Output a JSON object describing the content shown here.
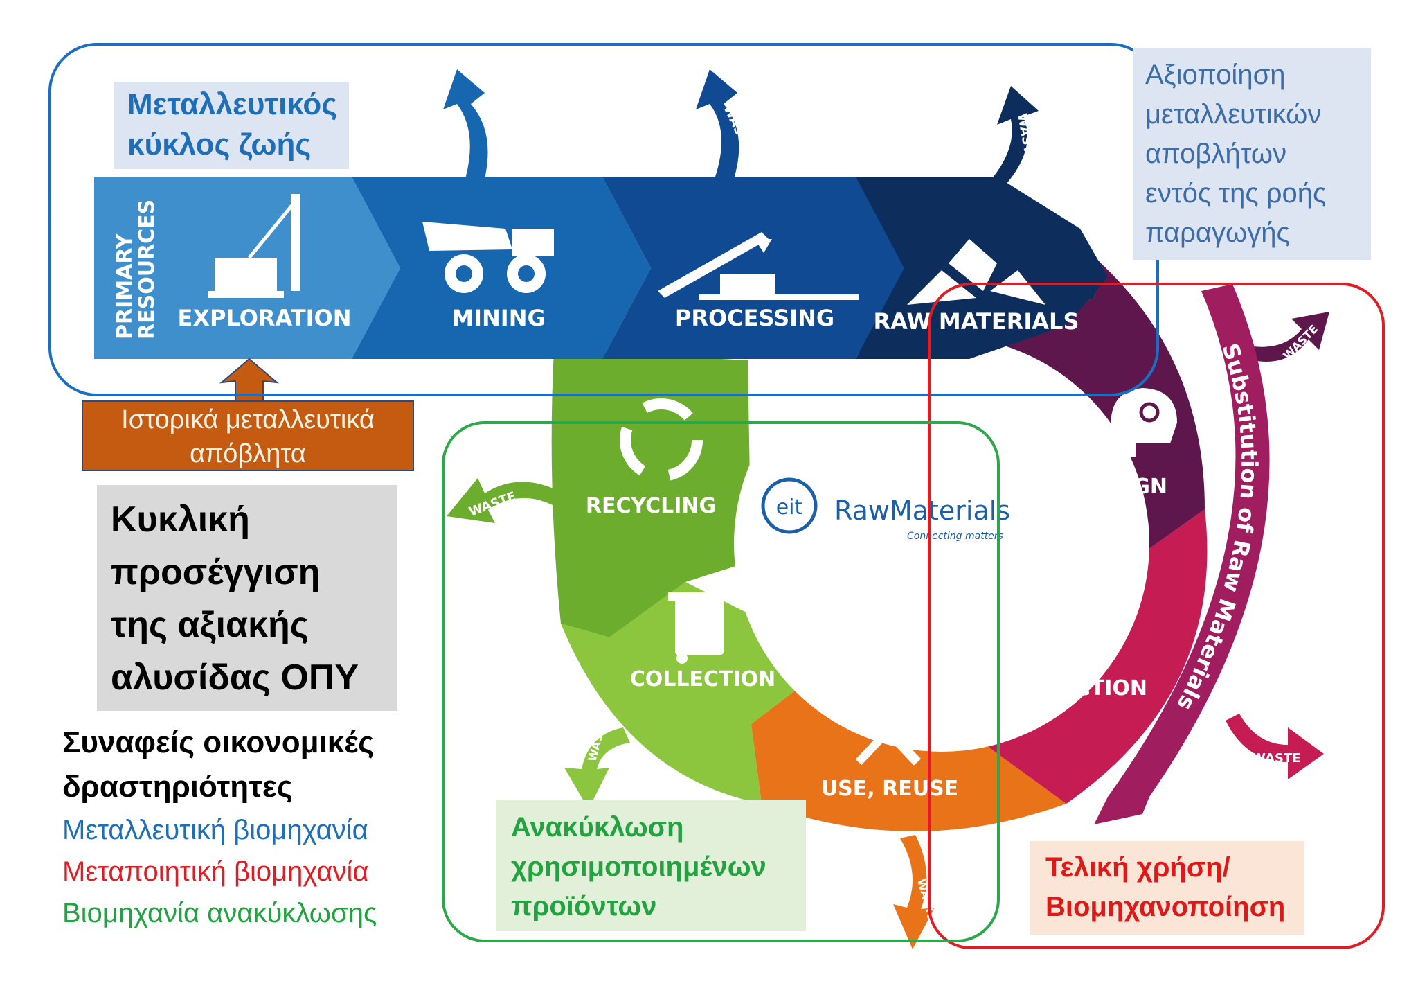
{
  "infographic": {
    "stages": {
      "primary": "PRIMARY\nRESOURCES",
      "exploration": "EXPLORATION",
      "mining": "MINING",
      "processing": "PROCESSING",
      "raw_materials": "RAW MATERIALS",
      "design": "DESIGN",
      "production": "PRODUCTION",
      "use_reuse": "USE, REUSE",
      "collection": "COLLECTION",
      "recycling": "RECYCLING"
    },
    "waste_label": "WASTE",
    "substitution": "Substitution of Raw Materials",
    "logo": {
      "mark": "eit",
      "name": "RawMaterials",
      "tagline": "Connecting matters"
    },
    "colors": {
      "primary": "#3f8fcc",
      "mining": "#1666b0",
      "processing": "#0f4a92",
      "raw": "#0d2e5c",
      "design": "#5d174d",
      "production": "#c51c54",
      "use": "#e87318",
      "collection": "#8cc63f",
      "recycling": "#6cad2d",
      "substitution": "#a01e5f",
      "frame_blue": "#1a6fc4",
      "frame_red": "#e31b23",
      "frame_green": "#2aa84a"
    }
  },
  "labels": {
    "mining_cycle": [
      "Μεταλλευτικός",
      "κύκλος ζωής"
    ],
    "valorization": [
      "Αξιοποίηση",
      "μεταλλευτικών",
      "αποβλήτων",
      "εντός της ροής",
      "παραγωγής"
    ],
    "historical": [
      "Ιστορικά μεταλλευτικά",
      "απόβλητα"
    ],
    "circular": [
      "Κυκλική",
      "προσέγγιση",
      "της αξιακής",
      "αλυσίδας ΟΠΥ"
    ],
    "related": {
      "heading": [
        "Συναφείς οικονομικές",
        "δραστηριότητες"
      ],
      "mining": "Μεταλλευτική βιομηχανία",
      "manufacturing": "Μεταποιητική βιομηχανία",
      "recycling": "Βιομηχανία ανακύκλωσης"
    },
    "recycling_products": [
      "Ανακύκλωση",
      "χρησιμοποιημένων",
      "προϊόντων"
    ],
    "final_use": [
      "Τελική χρήση/",
      "Βιομηχανοποίηση"
    ]
  }
}
